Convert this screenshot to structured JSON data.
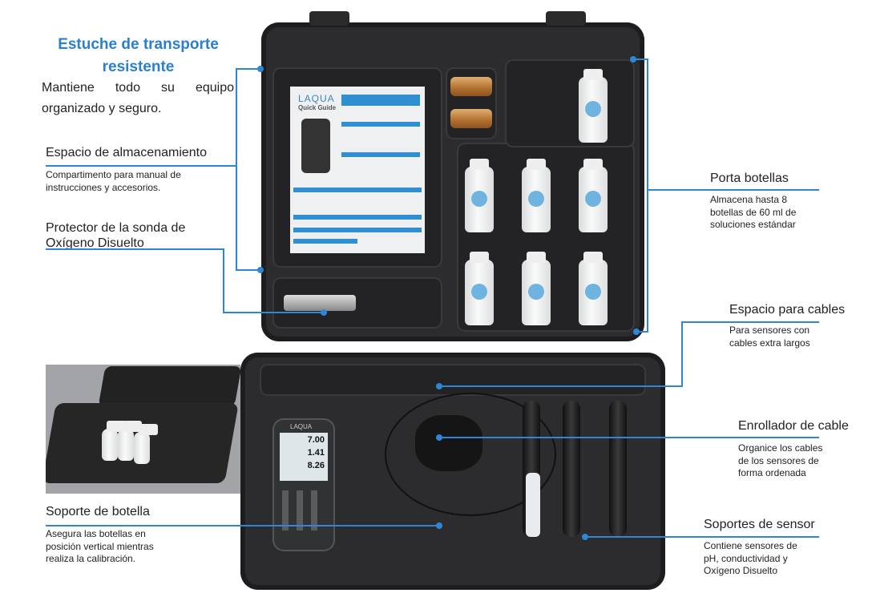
{
  "header": {
    "title_line1": "Estuche de transporte",
    "title_line2": "resistente",
    "intro": "Mantiene todo su equipo organizado y seguro."
  },
  "callouts": {
    "storage": {
      "label": "Espacio de almacenamiento",
      "desc": "Compartimento para manual de instrucciones y accesorios."
    },
    "do_protector": {
      "label_line1": "Protector de la sonda de",
      "label_line2": "Oxígeno Disuelto"
    },
    "bottle_holder_rack": {
      "label": "Porta botellas",
      "desc_lines": [
        "Almacena hasta 8",
        "botellas de 60 ml de",
        "soluciones estándar"
      ]
    },
    "cable_space": {
      "label": "Espacio para cables",
      "desc_lines": [
        "Para sensores con",
        "cables extra largos"
      ]
    },
    "cable_reel": {
      "label": "Enrollador de cable",
      "desc_lines": [
        "Organice los cables",
        "de los sensores de",
        "forma ordenada"
      ]
    },
    "sensor_holders": {
      "label": "Soportes de sensor",
      "desc_lines": [
        "Contiene sensores de",
        "pH, conductividad y",
        "Oxígeno Disuelto"
      ]
    },
    "bottle_support": {
      "label": "Soporte de botella",
      "desc_lines": [
        "Asegura las botellas en",
        "posición vertical mientras",
        "realiza la calibración."
      ]
    }
  },
  "product": {
    "brand": "LAQUA",
    "guide_title": "Quick Guide",
    "meter_readings": [
      "7.00",
      "1.41",
      "8.26"
    ]
  },
  "colors": {
    "accent": "#2f86d6",
    "title": "#2b7fd0"
  }
}
